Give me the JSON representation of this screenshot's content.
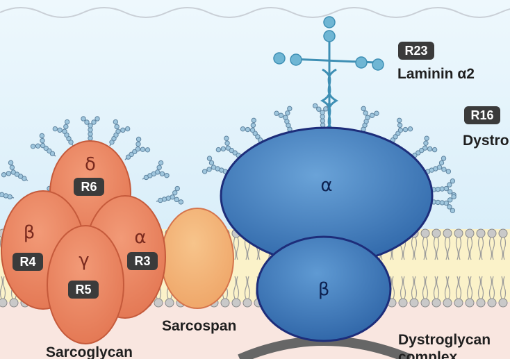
{
  "colors": {
    "sky_top": "#e8f4fb",
    "membrane": "#fbf2c9",
    "cytoplasm": "#f9e6e0",
    "sarcoglycan": "#e9825d",
    "sarcospan": "#f0ad6b",
    "dystroglycan": "#3f7dbd",
    "laminin": "#6fb6d4",
    "badge": "#3b3b3b"
  },
  "laminin": {
    "badge": "R23",
    "label": "Laminin α2"
  },
  "dystrophin_partial": {
    "badge": "R16",
    "label": "Dystro"
  },
  "sarcoglycan": {
    "delta": {
      "symbol": "δ",
      "badge": "R6"
    },
    "beta": {
      "symbol": "β",
      "badge": "R4"
    },
    "gamma": {
      "symbol": "γ",
      "badge": "R5"
    },
    "alpha": {
      "symbol": "α",
      "badge": "R3"
    },
    "label": "Sarcoglycan"
  },
  "sarcospan": {
    "label": "Sarcospan"
  },
  "dystroglycan": {
    "alpha_symbol": "α",
    "beta_symbol": "β",
    "label_line1": "Dystroglycan",
    "label_line2": "complex"
  }
}
